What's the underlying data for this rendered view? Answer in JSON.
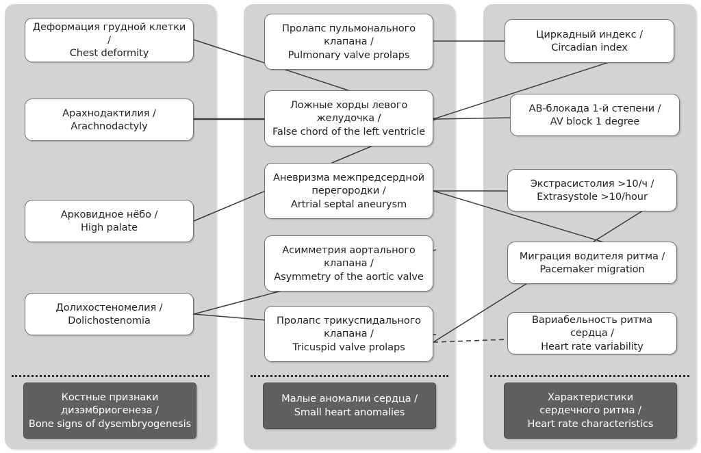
{
  "diagram": {
    "title_visible": false,
    "colors": {
      "panel_background": "#d2d3d4",
      "node_background": "#ffffff",
      "node_border": "#6d6e70",
      "footer_background": "#5f6062",
      "footer_text": "#ffffff",
      "edge_color": "#3a3a3c",
      "divider_color": "#2b2b2b",
      "page_background": "#ffffff"
    }
  },
  "columns": [
    {
      "id": "bone-signs",
      "nodes": [
        {
          "id": "chest-deformity",
          "line1": "Деформация грудной клетки /",
          "line2": "Chest deformity"
        },
        {
          "id": "arachnodactyly",
          "line1": "Арахнодактилия /",
          "line2": "Arachnodactyly"
        },
        {
          "id": "high-palate",
          "line1": "Арковидное нёбо /",
          "line2": "High palate"
        },
        {
          "id": "dolichostenomia",
          "line1": "Долихостеномелия /",
          "line2": "Dolichostenomia"
        }
      ],
      "footer": {
        "id": "footer-bone-signs",
        "line1": "Костные признаки",
        "line2": "дизэмбриогенеза /",
        "line3": "Bone signs of dysembryogenesis"
      }
    },
    {
      "id": "small-heart-anomalies",
      "nodes": [
        {
          "id": "pulmonary-valve-prolaps",
          "line1": "Пролапс пульмонального",
          "line2": "клапана /",
          "line3": "Pulmonary valve prolaps"
        },
        {
          "id": "false-chord-lv",
          "line1": "Ложные хорды левого",
          "line2": "желудочка /",
          "line3": "False chord of the left ventricle"
        },
        {
          "id": "atrial-septal-aneurysm",
          "line1": "Аневризма межпредсердной",
          "line2": "перегородки /",
          "line3": "Artrial septal aneurysm"
        },
        {
          "id": "aortic-valve-asymmetry",
          "line1": "Асимметрия аортального",
          "line2": "клапана /",
          "line3": "Asymmetry of the aortic valve"
        },
        {
          "id": "tricuspid-valve-prolaps",
          "line1": "Пролапс трикуспидального",
          "line2": "клапана /",
          "line3": "Tricuspid valve prolaps"
        }
      ],
      "footer": {
        "id": "footer-small-heart-anomalies",
        "line1": "Малые аномалии сердца /",
        "line2": "Small heart anomalies",
        "line3": ""
      }
    },
    {
      "id": "heart-rate-characteristics",
      "nodes": [
        {
          "id": "circadian-index",
          "line1": "Циркадный индекс /",
          "line2": "Circadian index"
        },
        {
          "id": "av-block-1",
          "line1": "АВ-блокада 1-й степени /",
          "line2": "AV block 1 degree"
        },
        {
          "id": "extrasystole",
          "line1": "Экстрасистолия >10/ч /",
          "line2": "Extrasystole >10/hour"
        },
        {
          "id": "pacemaker-migration",
          "line1": "Миграция водителя ритма /",
          "line2": "Pacemaker migration"
        },
        {
          "id": "heart-rate-variability",
          "line1": "Вариабельность ритма сердца /",
          "line2": "Heart rate variability"
        }
      ],
      "footer": {
        "id": "footer-heart-rate-characteristics",
        "line1": "Характеристики",
        "line2": "сердечного ритма /",
        "line3": "Heart rate characteristics"
      }
    }
  ],
  "edges": [
    {
      "id": "edge-chest-deformity--false-chord",
      "from": "chest-deformity",
      "to": "false-chord-lv",
      "style": "solid"
    },
    {
      "id": "edge-arachnodactyly--false-chord",
      "from": "arachnodactyly",
      "to": "false-chord-lv",
      "style": "solid-thick"
    },
    {
      "id": "edge-high-palate--false-chord",
      "from": "high-palate",
      "to": "false-chord-lv",
      "style": "solid"
    },
    {
      "id": "edge-dolichostenomia--aortic-asymmetry",
      "from": "dolichostenomia",
      "to": "aortic-valve-asymmetry",
      "style": "solid"
    },
    {
      "id": "edge-dolichostenomia--tricuspid-prolaps",
      "from": "dolichostenomia",
      "to": "tricuspid-valve-prolaps",
      "style": "solid"
    },
    {
      "id": "edge-pulmonary-prolaps--circadian-index",
      "from": "pulmonary-valve-prolaps",
      "to": "circadian-index",
      "style": "solid"
    },
    {
      "id": "edge-false-chord--circadian-index",
      "from": "false-chord-lv",
      "to": "circadian-index",
      "style": "solid"
    },
    {
      "id": "edge-false-chord--av-block-1",
      "from": "false-chord-lv",
      "to": "av-block-1",
      "style": "solid"
    },
    {
      "id": "edge-aneurysm--extrasystole",
      "from": "atrial-septal-aneurysm",
      "to": "extrasystole",
      "style": "solid"
    },
    {
      "id": "edge-aneurysm--pacemaker-migration",
      "from": "atrial-septal-aneurysm",
      "to": "pacemaker-migration",
      "style": "solid"
    },
    {
      "id": "edge-tricuspid-prolaps--extrasystole",
      "from": "tricuspid-valve-prolaps",
      "to": "extrasystole",
      "style": "solid"
    },
    {
      "id": "edge-tricuspid-prolaps--hrv",
      "from": "tricuspid-valve-prolaps",
      "to": "heart-rate-variability",
      "style": "dashed"
    }
  ]
}
